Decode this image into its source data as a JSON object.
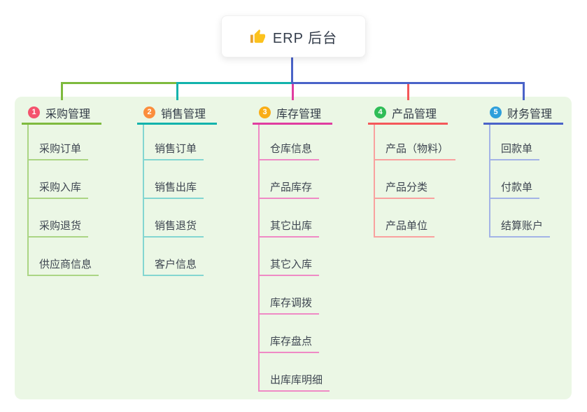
{
  "root": {
    "label": "ERP 后台",
    "icon": "thumbs-up-icon"
  },
  "panel_color": "#ebf7e5",
  "root_connector_color": "#4a63c8",
  "branches": [
    {
      "badge": "1",
      "label": "采购管理",
      "badge_color": "#f4536d",
      "line_color": "#7eba3e",
      "child_line_color": "#abd584",
      "children": [
        "采购订单",
        "采购入库",
        "采购退货",
        "供应商信息"
      ]
    },
    {
      "badge": "2",
      "label": "销售管理",
      "badge_color": "#fb8e3d",
      "line_color": "#12b3ac",
      "child_line_color": "#83d6d1",
      "children": [
        "销售订单",
        "销售出库",
        "销售退货",
        "客户信息"
      ]
    },
    {
      "badge": "3",
      "label": "库存管理",
      "badge_color": "#f9ad15",
      "line_color": "#e03da0",
      "child_line_color": "#ef8ac5",
      "children": [
        "仓库信息",
        "产品库存",
        "其它出库",
        "其它入库",
        "库存调拨",
        "库存盘点",
        "出库库明细"
      ]
    },
    {
      "badge": "4",
      "label": "产品管理",
      "badge_color": "#2fbd57",
      "line_color": "#f4585a",
      "child_line_color": "#f9a19f",
      "children": [
        "产品（物料）",
        "产品分类",
        "产品单位"
      ]
    },
    {
      "badge": "5",
      "label": "财务管理",
      "badge_color": "#2e9fdb",
      "line_color": "#4a63c8",
      "child_line_color": "#a3b3e6",
      "children": [
        "回款单",
        "付款单",
        "结算账户"
      ]
    }
  ]
}
